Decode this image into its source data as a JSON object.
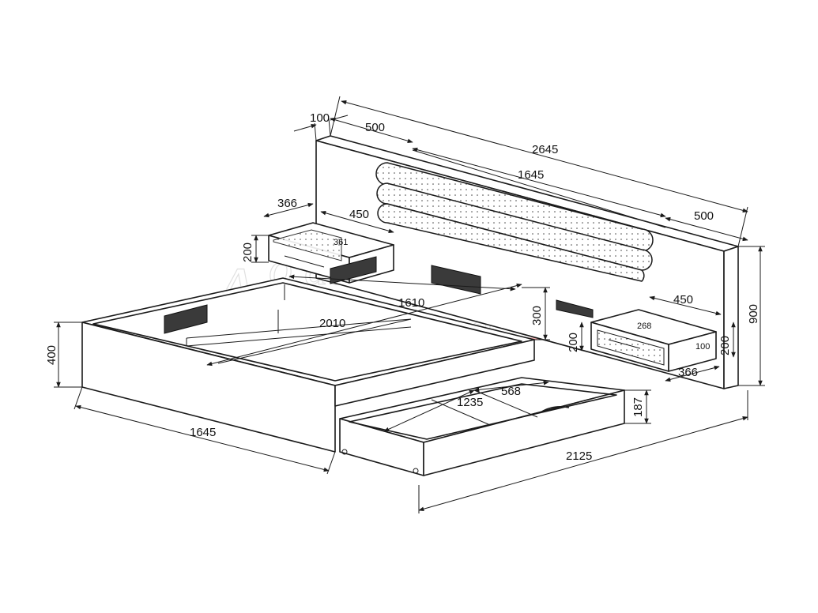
{
  "dimensions": {
    "headboard_thickness": "100",
    "headboard_side_width": "500",
    "headboard_total_width": "2645",
    "cushion_width": "1645",
    "headboard_side_width_right": "500",
    "nightstand_left_depth": "366",
    "nightstand_left_width": "450",
    "nightstand_left_height": "200",
    "nightstand_left_drawer": "361",
    "bed_inner_width": "1610",
    "bed_inner_length": "2010",
    "headboard_height_inner": "300",
    "nightstand_right_width": "450",
    "nightstand_right_drawer": "268",
    "nightstand_right_height": "200",
    "nightstand_right_height_b": "200",
    "nightstand_right_inner": "100",
    "nightstand_right_depth": "366",
    "headboard_total_height": "900",
    "bed_height": "400",
    "bed_width": "1645",
    "drawer_length": "1235",
    "drawer_width": "568",
    "drawer_height": "187",
    "bed_total_length": "2125"
  },
  "colors": {
    "line": "#1a1a1a",
    "watermark_red": "#e8a0a0",
    "watermark_gray": "#c8c8c8"
  },
  "icons": {
    "watermark": "brand-logo-watermark"
  }
}
